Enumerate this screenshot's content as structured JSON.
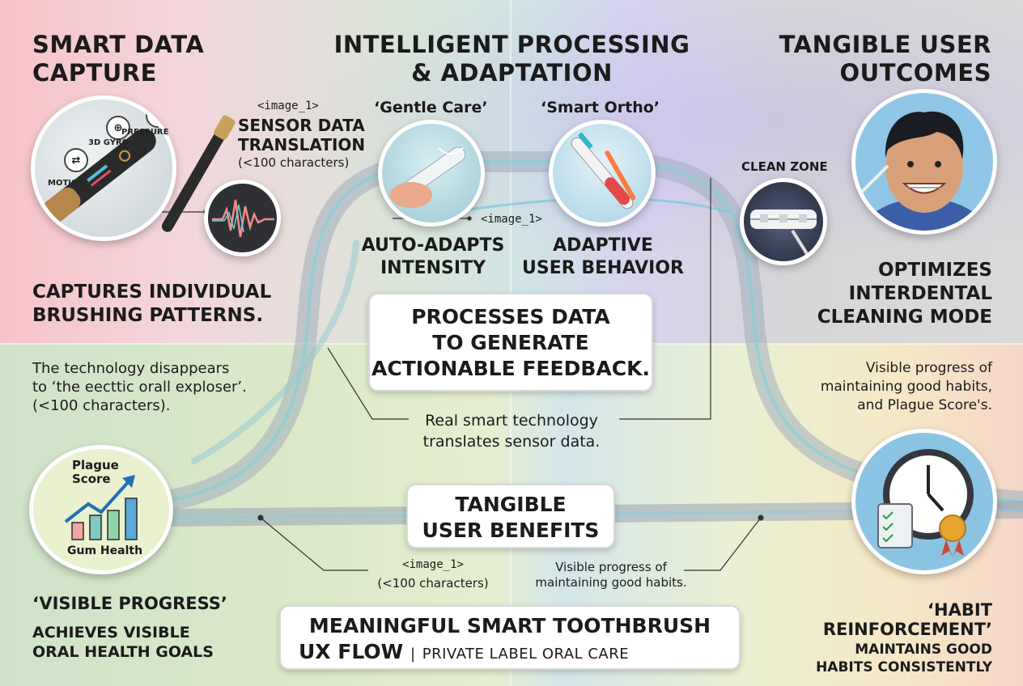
{
  "top_left": {
    "title_line1": "SMART DATA",
    "title_line2": "CAPTURE",
    "sensors": {
      "motion": "MOTION",
      "gyro": "3D GYRO",
      "pressure": "PRESSURE"
    },
    "image_tag": "<image_1>",
    "translation_line1": "SENSOR DATA",
    "translation_line2": "TRANSLATION",
    "translation_note": "(<100 characters)",
    "caption_line1": "CAPTURES INDIVIDUAL",
    "caption_line2": "BRUSHING PATTERNS."
  },
  "top_center": {
    "title_line1": "INTELLIGENT PROCESSING",
    "title_line2": "& ADAPTATION",
    "gentle_label": "‘Gentle Care’",
    "ortho_label": "‘Smart Ortho’",
    "image_tag": "<image_1>",
    "auto_line1": "AUTO-ADAPTS",
    "auto_line2": "INTENSITY",
    "adaptive_line1": "ADAPTIVE",
    "adaptive_line2": "USER BEHAVIOR"
  },
  "top_right": {
    "title_line1": "TANGIBLE USER",
    "title_line2": "OUTCOMES",
    "clean_zone": "CLEAN ZONE",
    "caption_line1": "OPTIMIZES",
    "caption_line2": "INTERDENTAL",
    "caption_line3": "CLEANING MODE"
  },
  "center": {
    "process_line1": "PROCESSES DATA",
    "process_line2": "TO GENERATE",
    "process_line3": "ACTIONABLE FEEDBACK.",
    "real_line1": "Real smart technology",
    "real_line2": "translates sensor data.",
    "benefits_line1": "TANGIBLE",
    "benefits_line2": "USER BENEFITS",
    "bottom_tag": "<image_1>",
    "bottom_note": "(<100 characters)",
    "progress_line1": "Visible progress of",
    "progress_line2": "maintaining good habits."
  },
  "bottom_left": {
    "tech_line1": "The technology disappears",
    "tech_line2": "to ‘the eecttic orall exploser’.",
    "tech_line3": "(<100 characters).",
    "plague_score_line1": "Plague",
    "plague_score_line2": "Score",
    "gum_health": "Gum Health",
    "visible_progress": "‘VISIBLE PROGRESS’",
    "caption_line1": "ACHIEVES VISIBLE",
    "caption_line2": "ORAL HEALTH GOALS",
    "chart_values": [
      0.35,
      0.5,
      0.6,
      0.85
    ]
  },
  "bottom_right": {
    "note_line1": "Visible progress of",
    "note_line2": "maintaining good habits,",
    "note_line3": "and Plague Score's.",
    "habit_line1": "‘HABIT",
    "habit_line2": "REINFORCEMENT’",
    "caption_line1": "MAINTAINS GOOD",
    "caption_line2": "HABITS CONSISTENTLY"
  },
  "footer": {
    "title_line1": "MEANINGFUL SMART TOOTHBRUSH",
    "title_line2": "UX FLOW",
    "separator": "|",
    "brand": "PRIVATE LABEL ORAL CARE"
  }
}
